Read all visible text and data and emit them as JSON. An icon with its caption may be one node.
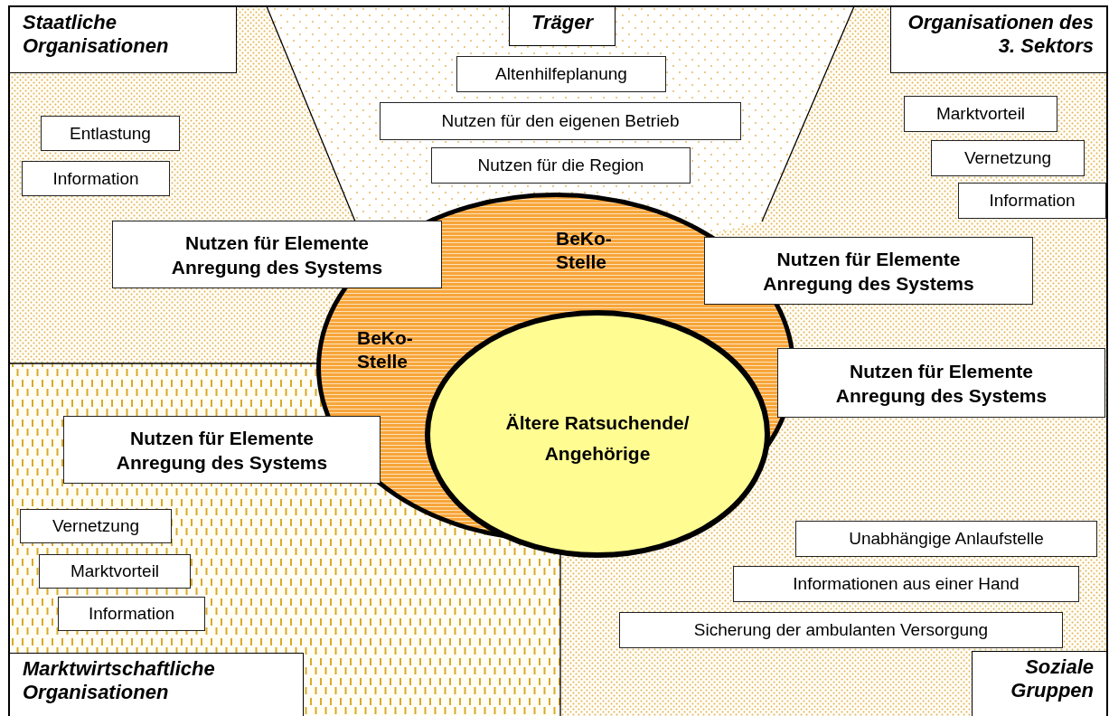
{
  "diagram": {
    "nodes": [
      {
        "text": [
          "Staatliche Organisationen"
        ]
      },
      {
        "text": [
          "Träger"
        ]
      },
      {
        "text": [
          "Organisationen des 3. Sektors"
        ]
      },
      {
        "text": [
          "Altenhilfeplanung"
        ]
      },
      {
        "text": [
          "Nutzen für den eigenen Betrieb"
        ]
      },
      {
        "text": [
          "Marktvorteil"
        ]
      },
      {
        "text": [
          "Entlastung"
        ]
      },
      {
        "text": [
          "Nutzen für die Region"
        ]
      },
      {
        "text": [
          "Vernetzung"
        ]
      },
      {
        "text": [
          "Information"
        ]
      },
      {
        "text": [
          "Information"
        ]
      },
      {
        "text": [
          "Nutzen für Elemente",
          "Anregung des Systems"
        ]
      },
      {
        "text": [
          "BeKo-Stelle",
          "BeKo-Stelle"
        ]
      },
      {
        "text": [
          "Nutzen für Elemente",
          "Anregung des Systems"
        ]
      },
      {
        "text": [
          "Nutzen für Elemente",
          "Anregung des Systems"
        ]
      },
      {
        "text": [
          "Ältere Ratsuchende/ Angehörige"
        ]
      },
      {
        "text": [
          "Nutzen für Elemente",
          "Anregung des Systems"
        ]
      },
      {
        "text": [
          "Vernetzung"
        ]
      },
      {
        "text": [
          "Unabhängige Anlaufstelle"
        ]
      },
      {
        "text": [
          "Marktvorteil"
        ]
      },
      {
        "text": [
          "Informationen aus einer Hand"
        ]
      },
      {
        "text": [
          "Information"
        ]
      },
      {
        "text": [
          "Sicherung der ambulanten Versorgung"
        ]
      },
      {
        "text": [
          "Marktwirtschaftliche Organisationen"
        ]
      },
      {
        "text": [
          "Soziale Gruppen"
        ]
      }
    ],
    "edges": []
  }
}
